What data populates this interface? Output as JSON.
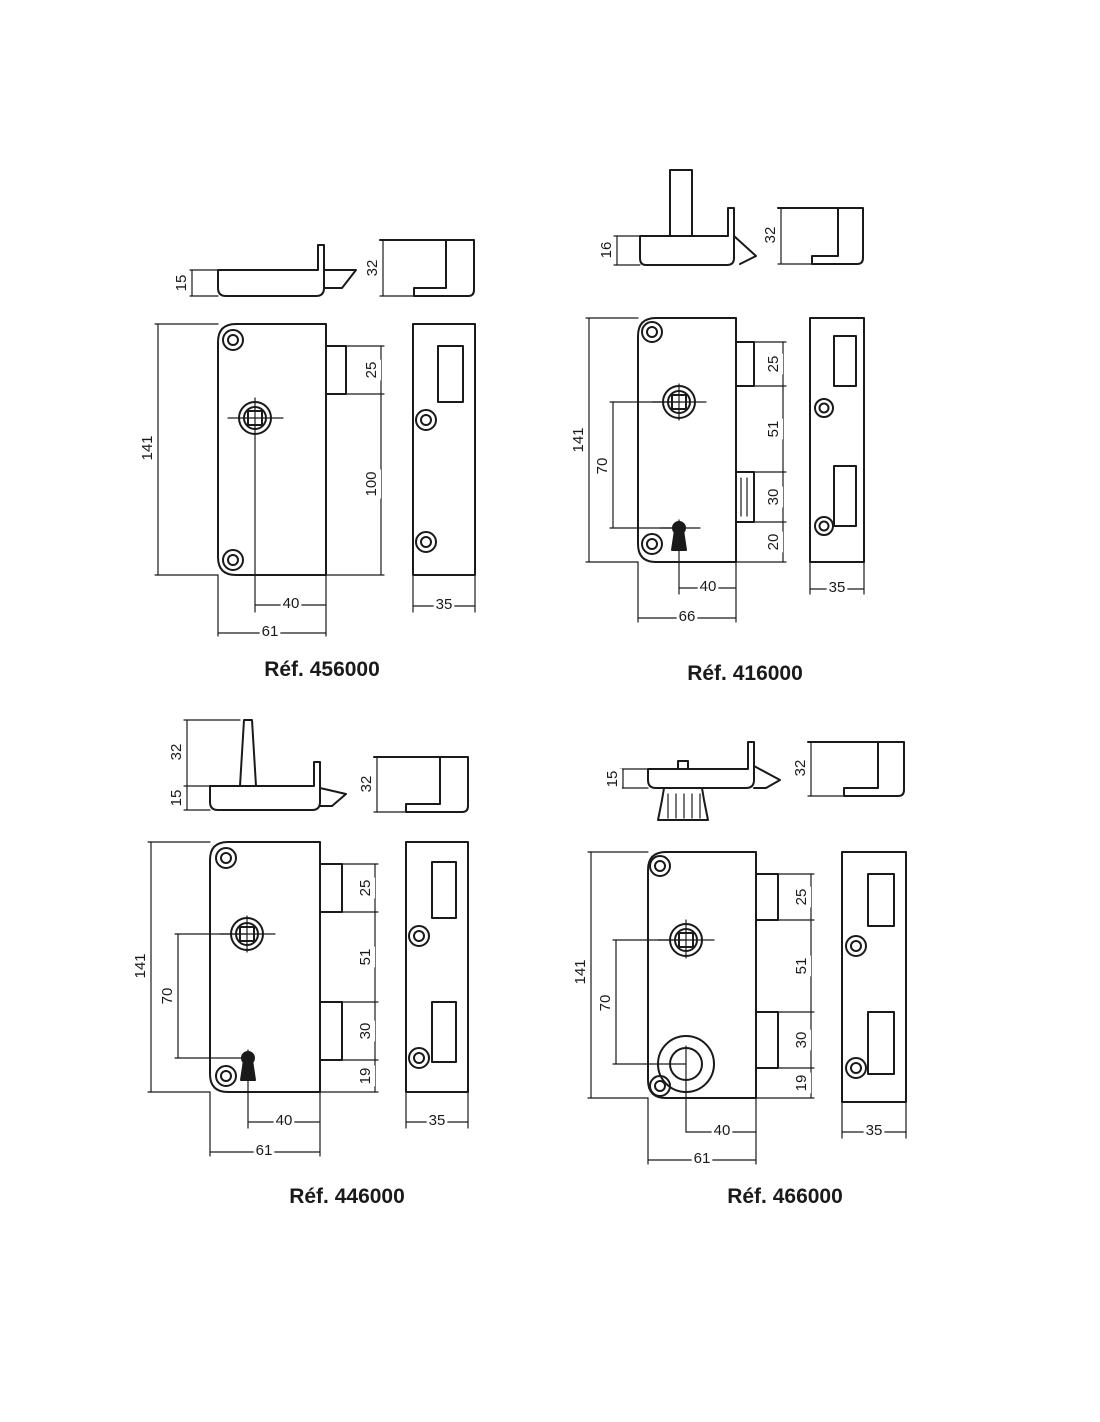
{
  "drawings": [
    {
      "reference": "Réf. 456000",
      "dimensions": {
        "height": "141",
        "width": "61",
        "key_offset": "40",
        "strike_width": "35",
        "top_bolt": "25",
        "bolt_span": "100",
        "depth": "32",
        "plate": "15"
      }
    },
    {
      "reference": "Réf. 416000",
      "dimensions": {
        "height": "141",
        "width": "66",
        "key_offset": "40",
        "strike_width": "35",
        "top_bolt": "25",
        "bolt_gap": "51",
        "lower_bolt": "30",
        "bottom": "20",
        "key_to_cylinder": "70",
        "depth": "32",
        "plate": "16"
      }
    },
    {
      "reference": "Réf. 446000",
      "dimensions": {
        "height": "141",
        "width": "61",
        "key_offset": "40",
        "strike_width": "35",
        "top_bolt": "25",
        "bolt_gap": "51",
        "lower_bolt": "30",
        "bottom": "19",
        "key_to_cylinder": "70",
        "depth": "32",
        "plate": "15",
        "spindle": "32"
      }
    },
    {
      "reference": "Réf. 466000",
      "dimensions": {
        "height": "141",
        "width": "61",
        "key_offset": "40",
        "strike_width": "35",
        "top_bolt": "25",
        "bolt_gap": "51",
        "lower_bolt": "30",
        "bottom": "19",
        "key_to_cylinder": "70",
        "depth": "32",
        "plate": "15"
      }
    }
  ]
}
